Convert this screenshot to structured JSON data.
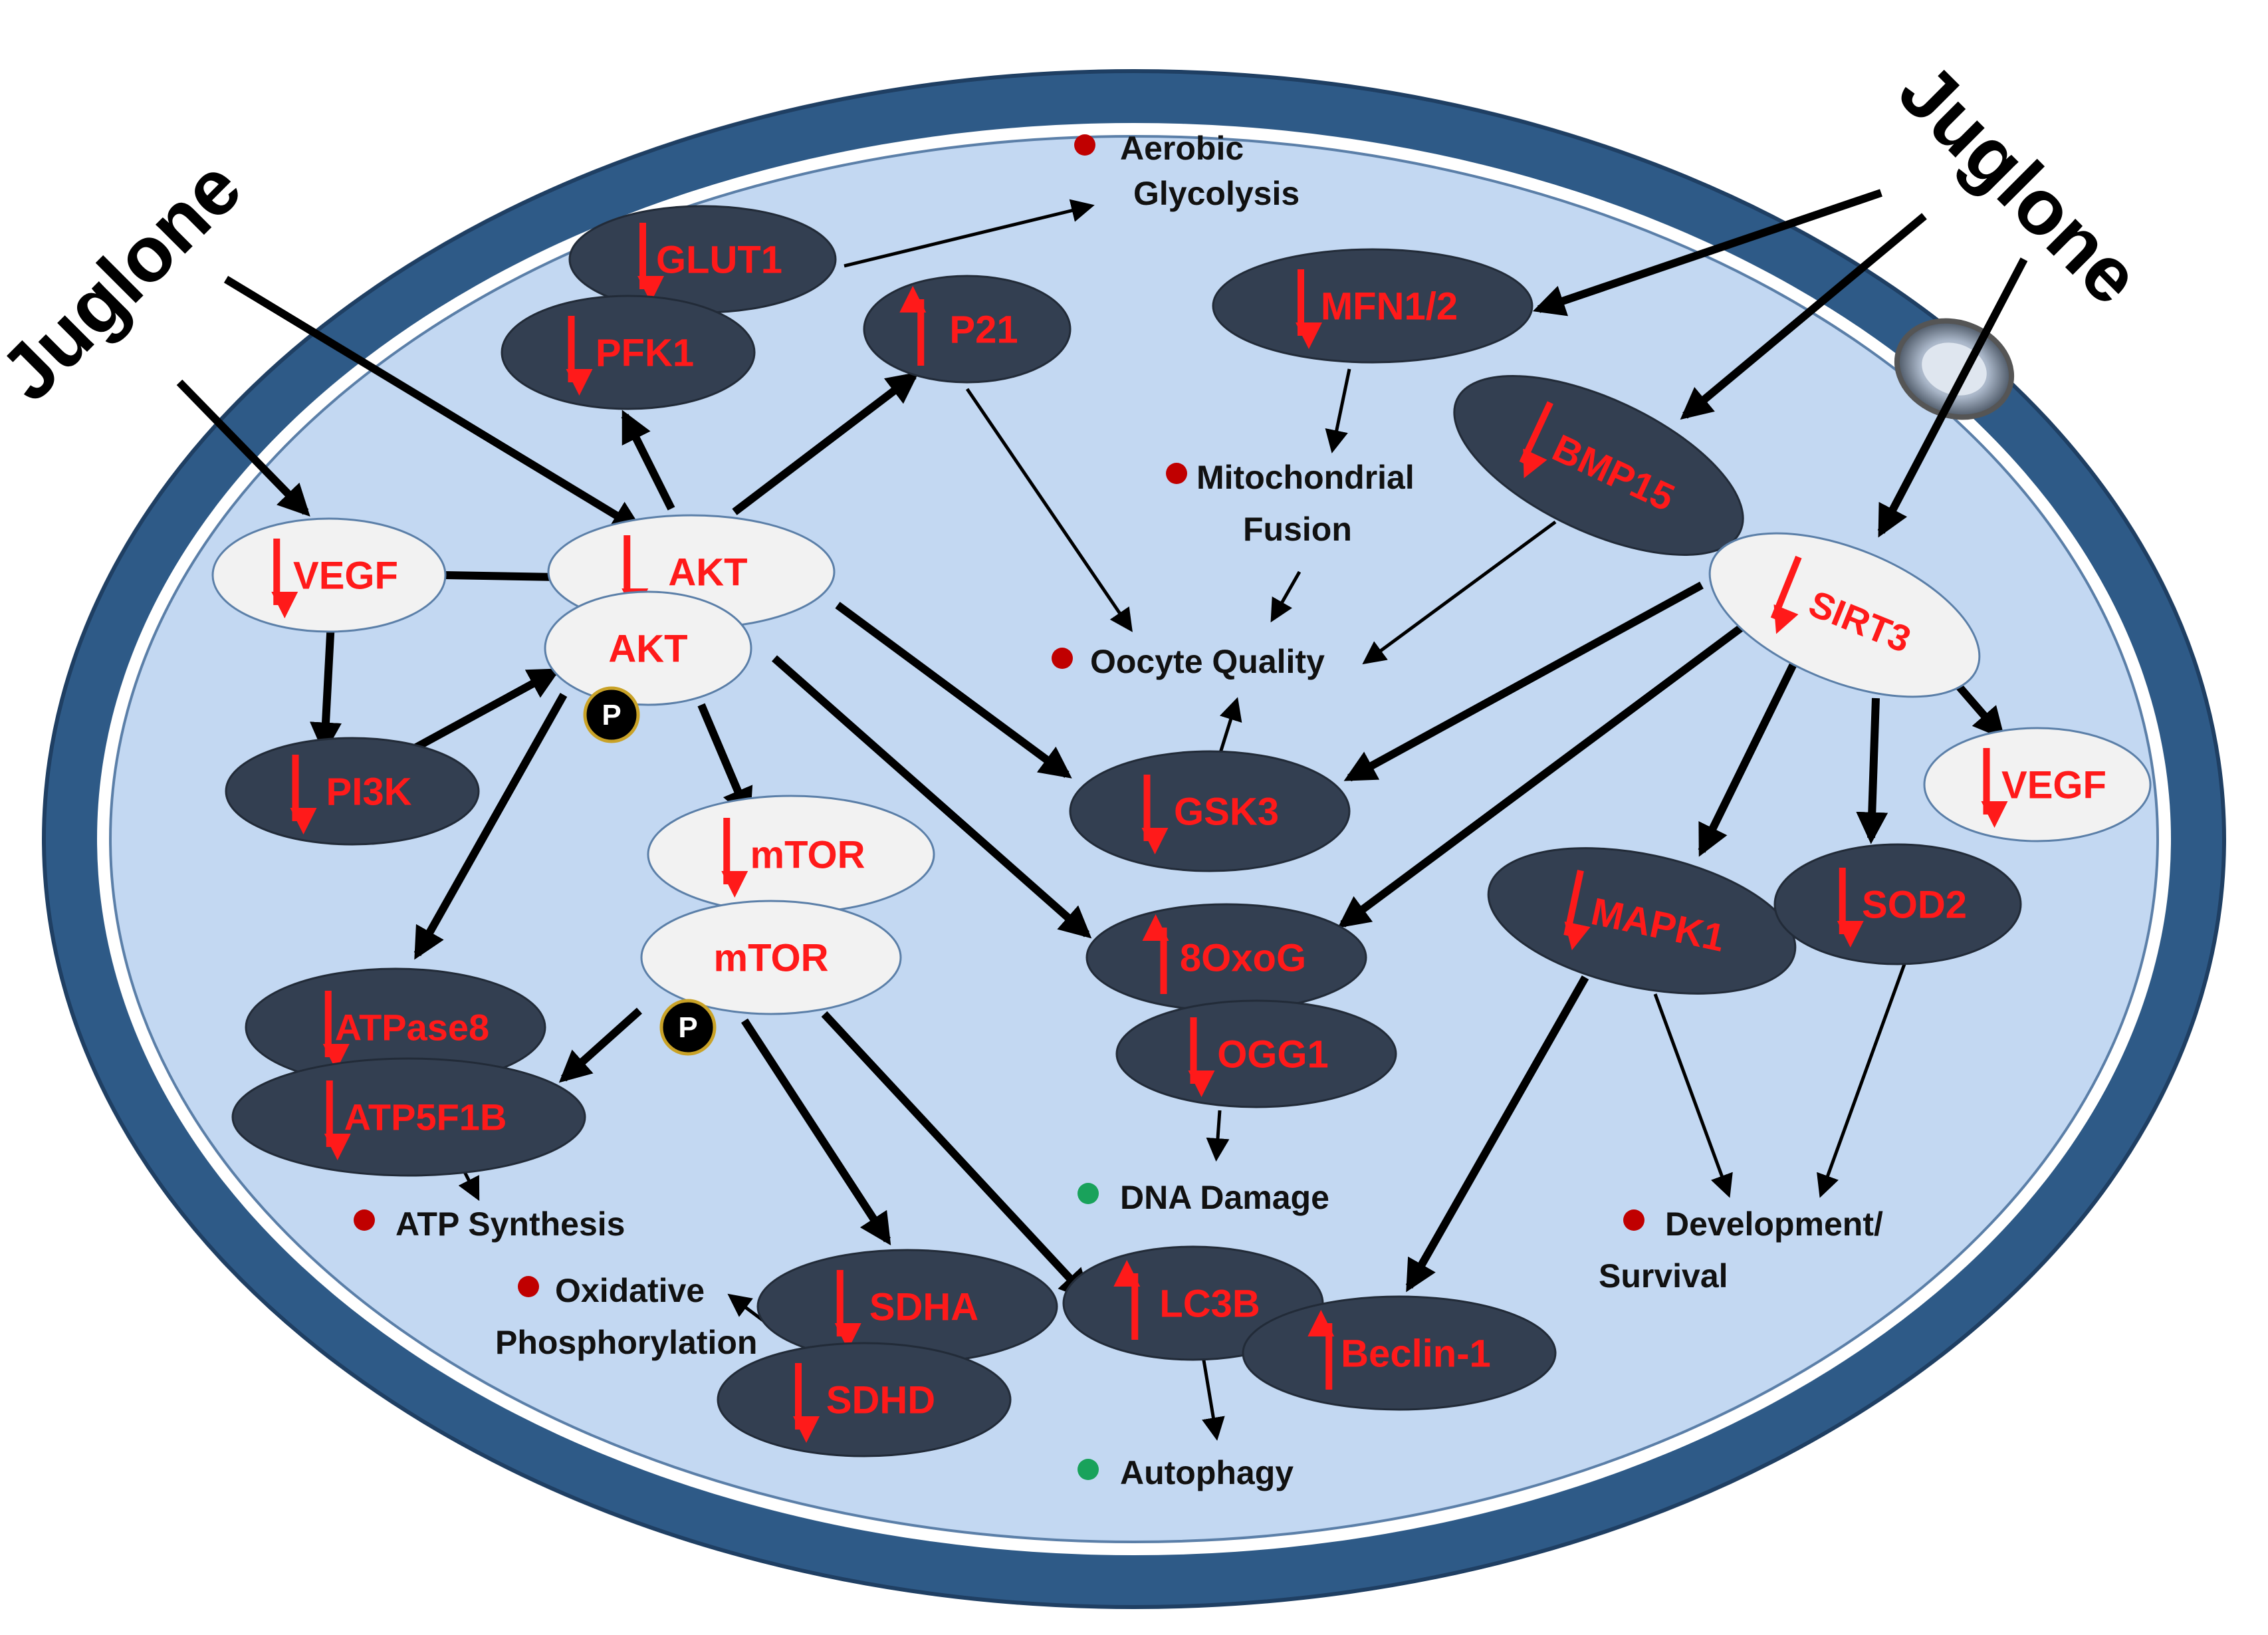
{
  "colors": {
    "outer_ring": "#2e5a87",
    "cell_fill": "#c3d8f2",
    "dark_node": "#333f51",
    "light_node": "#f2f2f2",
    "node_text": "#ff1a1a",
    "red_dot": "#c00000",
    "green_dot": "#19a25b"
  },
  "juglone": [
    {
      "id": "juglone-left",
      "text": "Juglone"
    },
    {
      "id": "juglone-right",
      "text": "Juglone"
    }
  ],
  "nodes": [
    {
      "id": "glut1",
      "text": "GLUT1",
      "style": "dark",
      "arrow": "down"
    },
    {
      "id": "pfk1",
      "text": "PFK1",
      "style": "dark",
      "arrow": "down"
    },
    {
      "id": "p21",
      "text": "P21",
      "style": "dark",
      "arrow": "up"
    },
    {
      "id": "mfn12",
      "text": "MFN1/2",
      "style": "dark",
      "arrow": "down"
    },
    {
      "id": "bmp15",
      "text": "BMP15",
      "style": "dark",
      "arrow": "down"
    },
    {
      "id": "sirt3",
      "text": "SIRT3",
      "style": "light",
      "arrow": "down"
    },
    {
      "id": "vegf-left",
      "text": "VEGF",
      "style": "light",
      "arrow": "down"
    },
    {
      "id": "akt-top",
      "text": "AKT",
      "style": "light",
      "arrow": "down"
    },
    {
      "id": "akt-p",
      "text": "AKT",
      "style": "light",
      "arrow": "none"
    },
    {
      "id": "pi3k",
      "text": "PI3K",
      "style": "dark",
      "arrow": "down"
    },
    {
      "id": "gsk3",
      "text": "GSK3",
      "style": "dark",
      "arrow": "down"
    },
    {
      "id": "vegf-right",
      "text": "VEGF",
      "style": "light",
      "arrow": "down"
    },
    {
      "id": "mtor-top",
      "text": "mTOR",
      "style": "light",
      "arrow": "down"
    },
    {
      "id": "mtor-p",
      "text": "mTOR",
      "style": "light",
      "arrow": "none"
    },
    {
      "id": "oxog",
      "text": "8OxoG",
      "style": "dark",
      "arrow": "up"
    },
    {
      "id": "ogg1",
      "text": "OGG1",
      "style": "dark",
      "arrow": "down"
    },
    {
      "id": "mapk1",
      "text": "MAPK1",
      "style": "dark",
      "arrow": "down"
    },
    {
      "id": "sod2",
      "text": "SOD2",
      "style": "dark",
      "arrow": "down"
    },
    {
      "id": "atpase8",
      "text": "ATPase8",
      "style": "dark",
      "arrow": "down"
    },
    {
      "id": "atp5f1b",
      "text": "ATP5F1B",
      "style": "dark",
      "arrow": "down"
    },
    {
      "id": "sdha",
      "text": "SDHA",
      "style": "dark",
      "arrow": "down"
    },
    {
      "id": "sdhd",
      "text": "SDHD",
      "style": "dark",
      "arrow": "down"
    },
    {
      "id": "lc3b",
      "text": "LC3B",
      "style": "dark",
      "arrow": "up"
    },
    {
      "id": "beclin1",
      "text": "Beclin-1",
      "style": "dark",
      "arrow": "up"
    }
  ],
  "phospho_label": "P",
  "outcomes": [
    {
      "id": "aerobic-glycolysis",
      "lines": [
        "Aerobic",
        "Glycolysis"
      ],
      "dot": "red"
    },
    {
      "id": "mitochondrial-fusion",
      "lines": [
        "Mitochondrial",
        "Fusion"
      ],
      "dot": "red"
    },
    {
      "id": "oocyte-quality",
      "lines": [
        "Oocyte Quality"
      ],
      "dot": "red"
    },
    {
      "id": "atp-synthesis",
      "lines": [
        "ATP Synthesis"
      ],
      "dot": "red"
    },
    {
      "id": "oxidative-phosphorylation",
      "lines": [
        "Oxidative",
        "Phosphorylation"
      ],
      "dot": "red"
    },
    {
      "id": "dna-damage",
      "lines": [
        "DNA Damage"
      ],
      "dot": "green"
    },
    {
      "id": "autophagy",
      "lines": [
        "Autophagy"
      ],
      "dot": "green"
    },
    {
      "id": "development-survival",
      "lines": [
        "Development/",
        "Survival"
      ],
      "dot": "red"
    }
  ]
}
